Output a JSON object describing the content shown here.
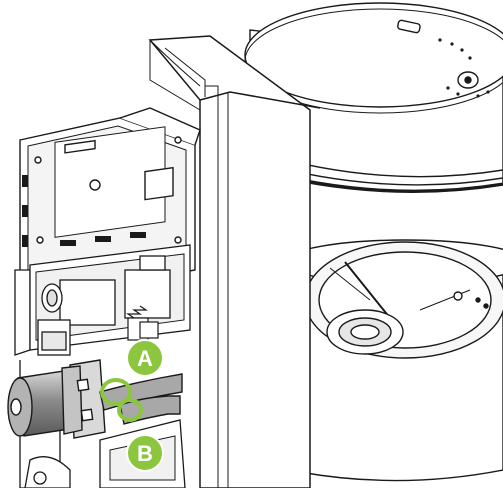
{
  "diagram": {
    "callouts": [
      {
        "id": "A",
        "label": "A"
      },
      {
        "id": "B",
        "label": "B"
      }
    ],
    "colors": {
      "callout": "#8cc63f",
      "callout_ring": "#8cc63f",
      "line": "#1a1a1a",
      "fill_light": "#ffffff",
      "fill_shade": "#e6e6e6",
      "fill_mid": "#bfbfbf",
      "motor": "#9a9a9a"
    }
  }
}
